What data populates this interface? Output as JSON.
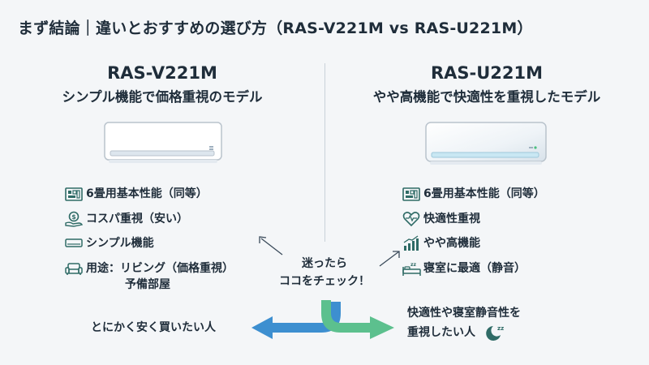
{
  "title": "まず結論｜違いとおすすめの選び方（RAS-V221M vs RAS-U221M）",
  "left": {
    "model": "RAS-V221M",
    "desc": "シンプル機能で価格重視のモデル",
    "features": [
      {
        "icon": "building-icon",
        "text": "6畳用基本性能（同等）"
      },
      {
        "icon": "money-hand-icon",
        "text": "コスパ重視（安い）"
      },
      {
        "icon": "aircon-small-icon",
        "text": "シンプル機能"
      },
      {
        "icon": "sofa-icon",
        "text": "用途：リビング（価格重視）",
        "sub": "予備部屋"
      }
    ]
  },
  "right": {
    "model": "RAS-U221M",
    "desc": "やや高機能で快適性を重視したモデル",
    "features": [
      {
        "icon": "building-icon",
        "text": "6畳用基本性能（同等）"
      },
      {
        "icon": "heart-pulse-icon",
        "text": "快適性重視"
      },
      {
        "icon": "bar-chart-up-icon",
        "text": "やや高機能"
      },
      {
        "icon": "bed-zzz-icon",
        "text": "寝室に最適（静音）"
      }
    ]
  },
  "center": {
    "line1": "迷ったら",
    "line2": "ココをチェック！"
  },
  "result_left": "とにかく安く買いたい人",
  "result_right": {
    "line1": "快適性や寝室静音性を",
    "line2": "重視したい人"
  },
  "colors": {
    "blue": "#3d8fd0",
    "green": "#5cc08e",
    "icon": "#2f6b66"
  }
}
